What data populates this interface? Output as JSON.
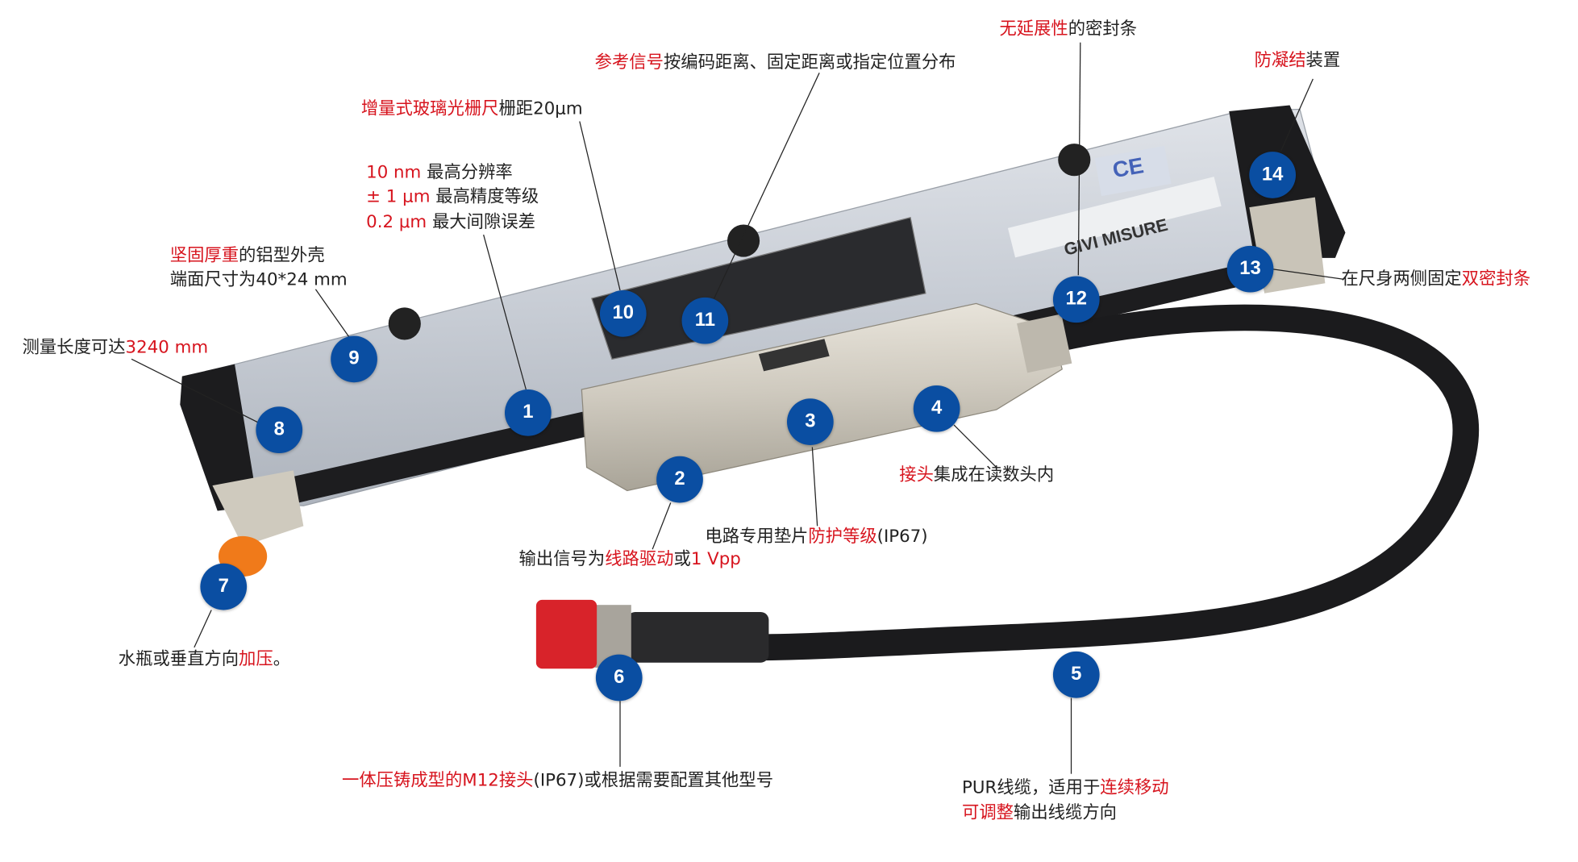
{
  "product_labels": {
    "brand": "GIVI MISURE",
    "ce_mark": "CE"
  },
  "callouts": [
    {
      "id": "seal-strip",
      "segments": [
        {
          "t": "无延展性",
          "red": true
        },
        {
          "t": "的密封条",
          "red": false
        }
      ]
    },
    {
      "id": "reference-signal",
      "segments": [
        {
          "t": "参考信号",
          "red": true
        },
        {
          "t": "按编码距离、固定距离或指定位置分布",
          "red": false
        }
      ]
    },
    {
      "id": "anti-condensation",
      "segments": [
        {
          "t": "防凝结",
          "red": true
        },
        {
          "t": "装置",
          "red": false
        }
      ]
    },
    {
      "id": "glass-scale",
      "segments": [
        {
          "t": "增量式玻璃光栅尺",
          "red": true
        },
        {
          "t": "栅距20μm",
          "red": false
        }
      ]
    },
    {
      "id": "resolution",
      "segments": [
        {
          "t": "10 nm",
          "red": true
        },
        {
          "t": " 最高分辨率",
          "red": false
        }
      ]
    },
    {
      "id": "accuracy",
      "segments": [
        {
          "t": "± 1 μm",
          "red": true
        },
        {
          "t": " 最高精度等级",
          "red": false
        }
      ]
    },
    {
      "id": "gap-error",
      "segments": [
        {
          "t": "0.2 μm",
          "red": true
        },
        {
          "t": " 最大间隙误差",
          "red": false
        }
      ]
    },
    {
      "id": "housing",
      "segments": [
        {
          "t": "坚固厚重",
          "red": true
        },
        {
          "t": "的铝型外壳",
          "red": false
        }
      ]
    },
    {
      "id": "section-size",
      "segments": [
        {
          "t": "端面尺寸为40*24 mm",
          "red": false
        }
      ]
    },
    {
      "id": "length",
      "segments": [
        {
          "t": "测量长度可达",
          "red": false
        },
        {
          "t": "3240 mm",
          "red": true
        }
      ]
    },
    {
      "id": "double-seal",
      "segments": [
        {
          "t": "在尺身两侧固定",
          "red": false
        },
        {
          "t": "双密封条",
          "red": true
        }
      ]
    },
    {
      "id": "connector-integrated",
      "segments": [
        {
          "t": "接头",
          "red": true
        },
        {
          "t": "集成在读数头内",
          "red": false
        }
      ]
    },
    {
      "id": "gasket",
      "segments": [
        {
          "t": "电路专用垫片",
          "red": false
        },
        {
          "t": "防护等级",
          "red": true
        },
        {
          "t": "(IP67)",
          "red": false
        }
      ]
    },
    {
      "id": "output-signal",
      "segments": [
        {
          "t": "输出信号为",
          "red": false
        },
        {
          "t": "线路驱动",
          "red": true
        },
        {
          "t": "或",
          "red": false
        },
        {
          "t": "1 Vpp",
          "red": true
        }
      ]
    },
    {
      "id": "pressurization",
      "segments": [
        {
          "t": "水瓶或垂直方向",
          "red": false
        },
        {
          "t": "加压",
          "red": true
        },
        {
          "t": "。",
          "red": false
        }
      ]
    },
    {
      "id": "m12-connector",
      "segments": [
        {
          "t": "一体压铸成型的M12接头",
          "red": true
        },
        {
          "t": "(IP67)或根据需要配置其他型号",
          "red": false
        }
      ]
    },
    {
      "id": "pur-cable",
      "segments": [
        {
          "t": "PUR线缆，适用于",
          "red": false
        },
        {
          "t": "连续移动",
          "red": true
        }
      ]
    },
    {
      "id": "cable-direction",
      "segments": [
        {
          "t": "可调整",
          "red": true
        },
        {
          "t": "输出线缆方向",
          "red": false
        }
      ]
    }
  ],
  "badges": [
    "1",
    "2",
    "3",
    "4",
    "5",
    "6",
    "7",
    "8",
    "9",
    "10",
    "11",
    "12",
    "13",
    "14"
  ],
  "colors": {
    "accent_red": "#d7141e",
    "badge_blue": "#0a4ea2",
    "text": "#222222"
  }
}
